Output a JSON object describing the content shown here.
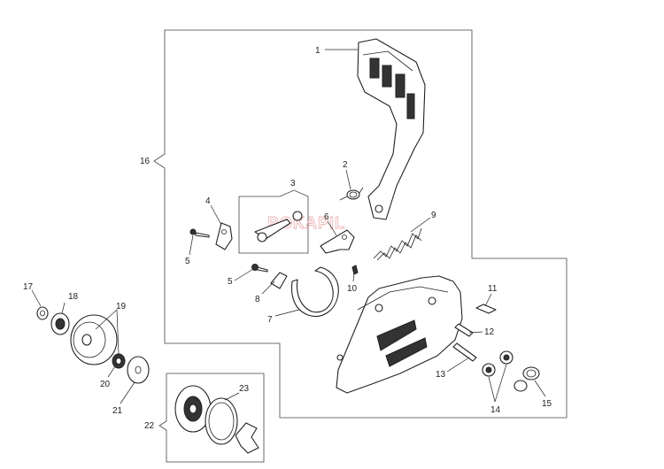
{
  "diagram": {
    "watermark": "ROKAPIL",
    "callouts": [
      {
        "id": "c1",
        "text": "1"
      },
      {
        "id": "c2",
        "text": "2"
      },
      {
        "id": "c3",
        "text": "3"
      },
      {
        "id": "c4",
        "text": "4"
      },
      {
        "id": "c5a",
        "text": "5"
      },
      {
        "id": "c5b",
        "text": "5"
      },
      {
        "id": "c6",
        "text": "6"
      },
      {
        "id": "c7",
        "text": "7"
      },
      {
        "id": "c8",
        "text": "8"
      },
      {
        "id": "c9",
        "text": "9"
      },
      {
        "id": "c10",
        "text": "10"
      },
      {
        "id": "c11",
        "text": "11"
      },
      {
        "id": "c12",
        "text": "12"
      },
      {
        "id": "c13",
        "text": "13"
      },
      {
        "id": "c14",
        "text": "14"
      },
      {
        "id": "c15",
        "text": "15"
      },
      {
        "id": "c16",
        "text": "16"
      },
      {
        "id": "c17",
        "text": "17"
      },
      {
        "id": "c18",
        "text": "18"
      },
      {
        "id": "c19",
        "text": "19"
      },
      {
        "id": "c20",
        "text": "20"
      },
      {
        "id": "c21",
        "text": "21"
      },
      {
        "id": "c22",
        "text": "22"
      },
      {
        "id": "c23",
        "text": "23"
      }
    ]
  }
}
